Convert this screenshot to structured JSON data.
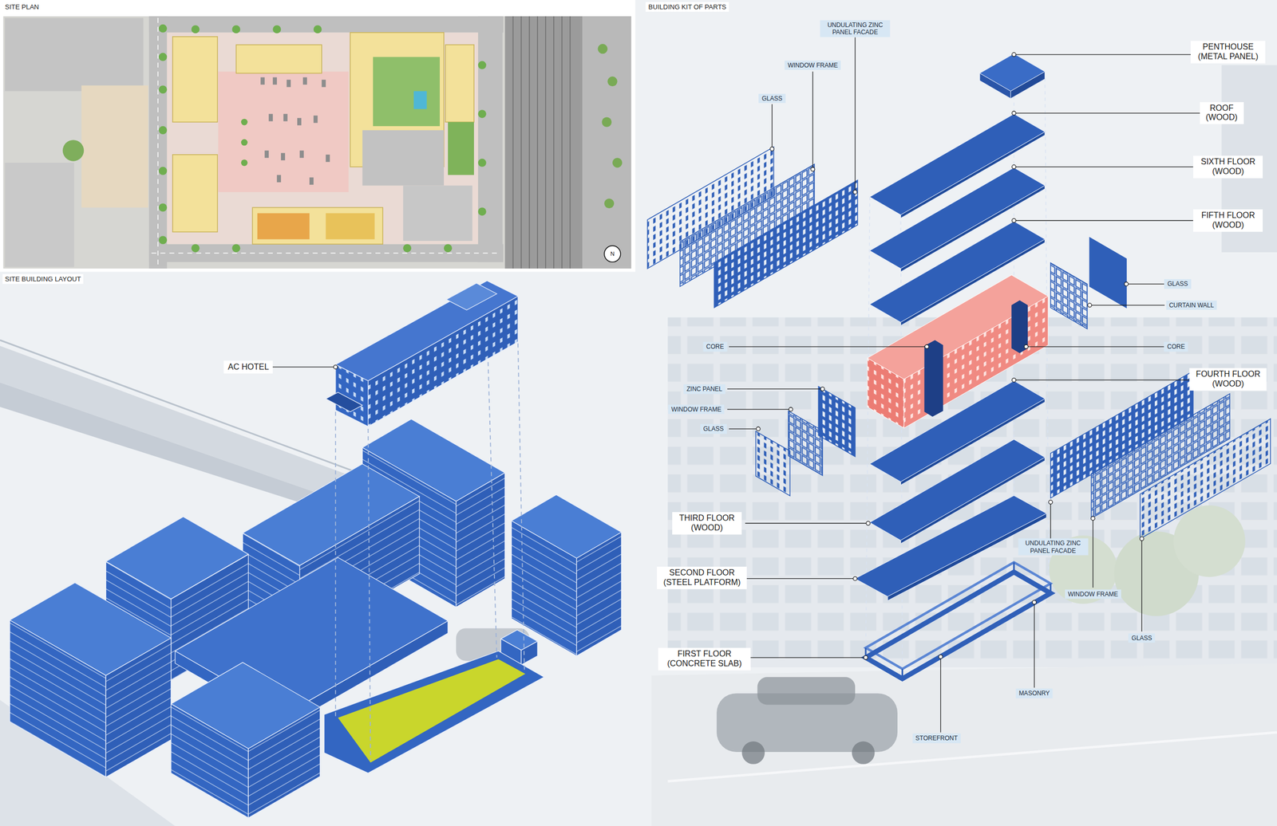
{
  "diagram": {
    "nodes": [
      {
        "text": [
          "UNDULATING ZINC PANEL FACADE"
        ]
      },
      {
        "text": [
          "PENTHOUSE (METAL PANEL)"
        ]
      },
      {
        "text": [
          "WINDOW FRAME"
        ]
      },
      {
        "text": [
          "GLASS"
        ]
      },
      {
        "text": [
          "ROOF (WOOD)"
        ]
      },
      {
        "text": [
          "SIXTH FLOOR (WOOD)"
        ]
      },
      {
        "text": [
          "FIFTH FLOOR (WOOD)"
        ]
      },
      {
        "text": [
          "GLASS"
        ]
      },
      {
        "text": [
          "CURTAIN WALL"
        ]
      },
      {
        "text": [
          "CORE"
        ]
      },
      {
        "text": [
          "CORE"
        ]
      },
      {
        "text": [
          "AC HOTEL"
        ]
      },
      {
        "text": [
          "FOURTH FLOOR (WOOD)"
        ]
      },
      {
        "text": [
          "ZINC PANEL"
        ]
      },
      {
        "text": [
          "WINDOW FRAME"
        ]
      },
      {
        "text": [
          "GLASS"
        ]
      },
      {
        "text": [
          "THIRD FLOOR (WOOD)"
        ]
      },
      {
        "text": [
          "UNDULATING ZINC PANEL FACADE"
        ]
      },
      {
        "text": [
          "SECOND FLOOR (STEEL PLATFORM)"
        ]
      },
      {
        "text": [
          "WINDOW FRAME"
        ]
      },
      {
        "text": [
          "GLASS"
        ]
      },
      {
        "text": [
          "FIRST FLOOR (CONCRETE SLAB)"
        ]
      },
      {
        "text": [
          "MASONRY"
        ]
      },
      {
        "text": [
          "STOREFRONT"
        ]
      }
    ],
    "labels": [
      "SITE PLAN",
      "SITE BUILDING LAYOUT",
      "BUILDING KIT OF PARTS",
      "N"
    ]
  }
}
